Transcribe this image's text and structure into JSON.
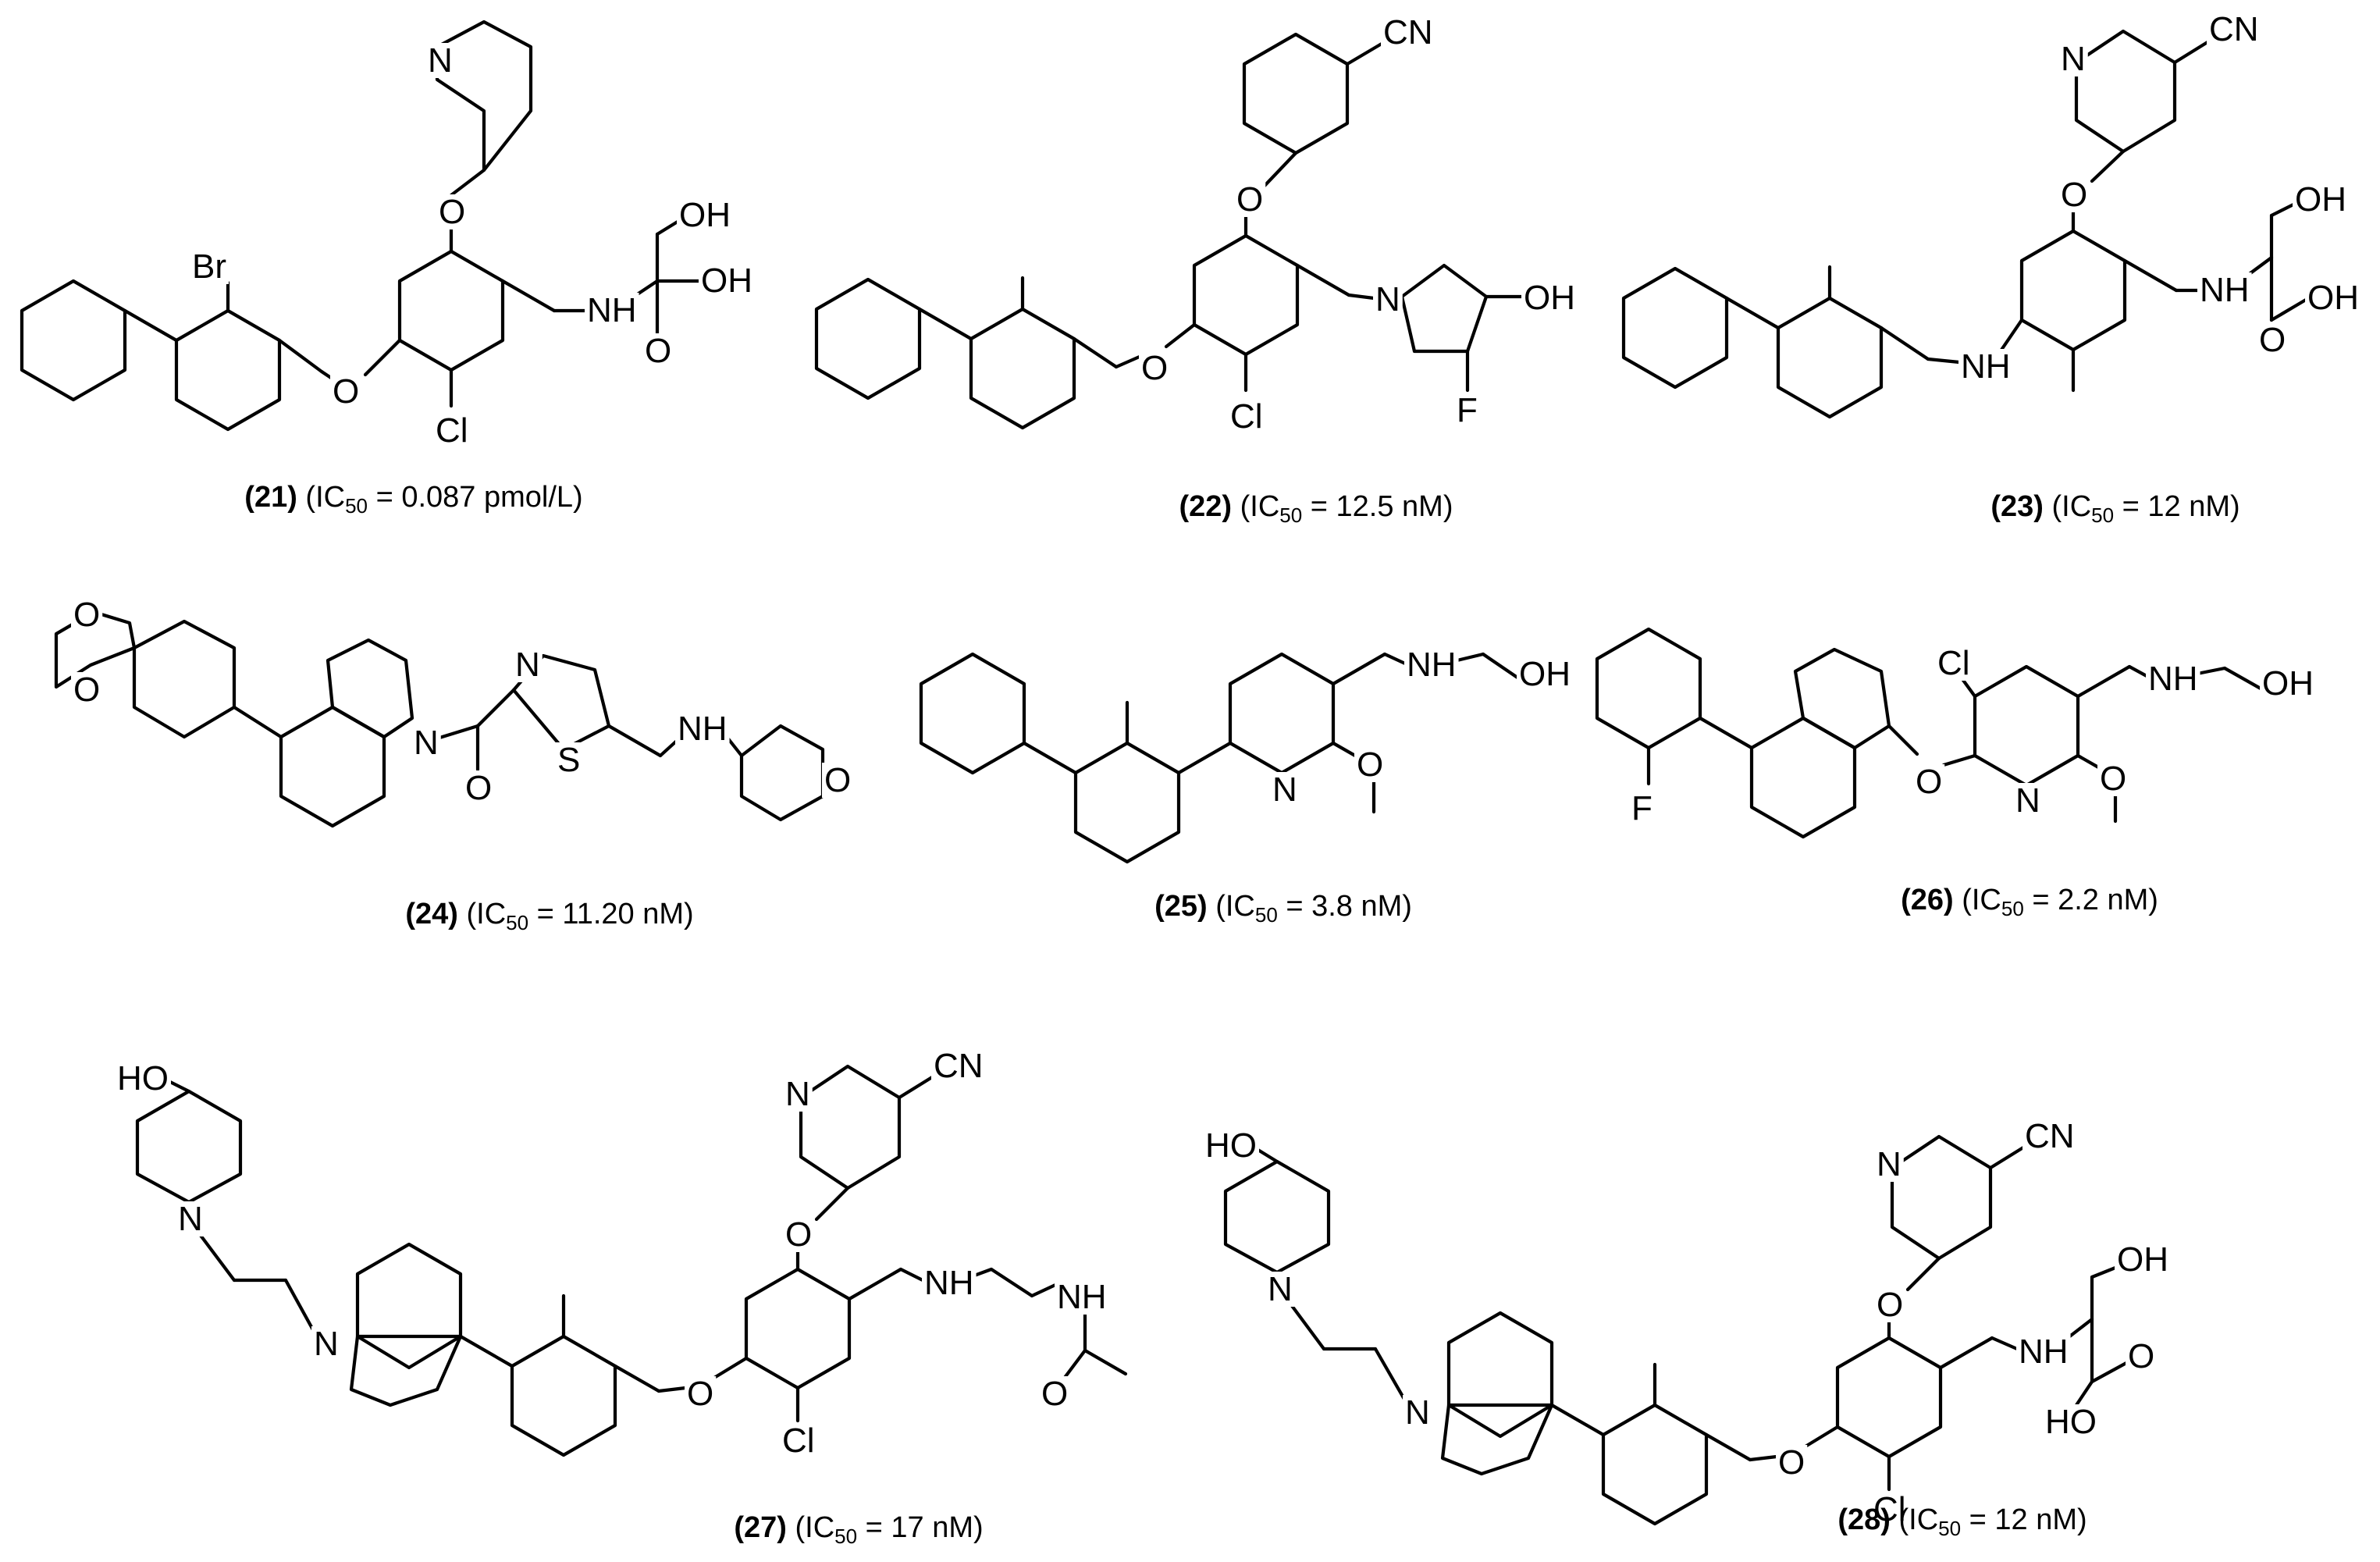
{
  "compounds": [
    {
      "id": "21",
      "label": "(21)",
      "ic50_prefix": "IC",
      "ic50_sub": "50",
      "ic50_value": "0.087 pmol/L",
      "atoms": {
        "N1": "N",
        "O1": "O",
        "O2": "O",
        "Br": "Br",
        "Cl": "Cl",
        "NH": "NH",
        "OH1": "OH",
        "OH2": "OH",
        "O3": "O"
      }
    },
    {
      "id": "22",
      "label": "(22)",
      "ic50_prefix": "IC",
      "ic50_sub": "50",
      "ic50_value": "12.5 nM",
      "atoms": {
        "CN": "CN",
        "O1": "O",
        "O2": "O",
        "N": "N",
        "OH": "OH",
        "F": "F",
        "Cl": "Cl"
      }
    },
    {
      "id": "23",
      "label": "(23)",
      "ic50_prefix": "IC",
      "ic50_sub": "50",
      "ic50_value": "12 nM",
      "atoms": {
        "N1": "N",
        "CN": "CN",
        "O1": "O",
        "NH1": "NH",
        "NH2": "NH",
        "OH1": "OH",
        "OH2": "OH",
        "O3": "O"
      }
    },
    {
      "id": "24",
      "label": "(24)",
      "ic50_prefix": "IC",
      "ic50_sub": "50",
      "ic50_value": "11.20 nM",
      "atoms": {
        "O1": "O",
        "O2": "O",
        "N1": "N",
        "N2": "N",
        "S": "S",
        "O3": "O",
        "NH": "NH",
        "O4": "O"
      }
    },
    {
      "id": "25",
      "label": "(25)",
      "ic50_prefix": "IC",
      "ic50_sub": "50",
      "ic50_value": "3.8 nM",
      "atoms": {
        "N": "N",
        "O": "O",
        "NH": "NH",
        "OH": "OH"
      }
    },
    {
      "id": "26",
      "label": "(26)",
      "ic50_prefix": "IC",
      "ic50_sub": "50",
      "ic50_value": "2.2 nM",
      "atoms": {
        "Cl": "Cl",
        "F": "F",
        "O1": "O",
        "N": "N",
        "O2": "O",
        "NH": "NH",
        "OH": "OH"
      }
    },
    {
      "id": "27",
      "label": "(27)",
      "ic50_prefix": "IC",
      "ic50_sub": "50",
      "ic50_value": "17 nM",
      "atoms": {
        "N1": "N",
        "CN": "CN",
        "HO": "HO",
        "N2": "N",
        "N3": "N",
        "O1": "O",
        "O2": "O",
        "NH1": "NH",
        "NH2": "NH",
        "Cl": "Cl",
        "O3": "O"
      }
    },
    {
      "id": "28",
      "label": "(28)",
      "ic50_prefix": "IC",
      "ic50_sub": "50",
      "ic50_value": "12 nM",
      "atoms": {
        "N1": "N",
        "CN": "CN",
        "HO": "HO",
        "N2": "N",
        "N3": "N",
        "O1": "O",
        "O2": "O",
        "NH": "NH",
        "OH1": "OH",
        "O3": "O",
        "HO2": "HO",
        "Cl": "Cl"
      }
    }
  ]
}
